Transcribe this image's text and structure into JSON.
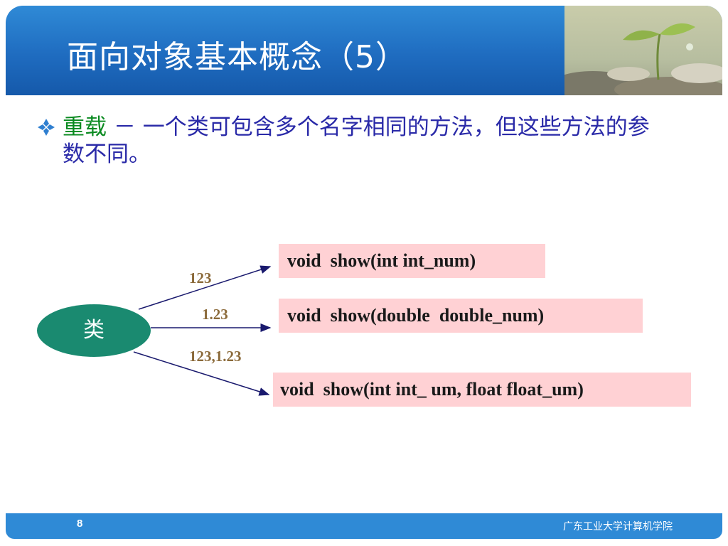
{
  "slide": {
    "title": "面向对象基本概念（5）",
    "bullet": {
      "term": "重载",
      "dash": " － ",
      "text": "一个类可包含多个名字相同的方法，但这些方法的参数不同。"
    },
    "page_number": "8",
    "school": "广东工业大学计算机学院"
  },
  "diagram": {
    "node_label": "类",
    "node_color": "#1a8a70",
    "arrow_color": "#1a1a6e",
    "arguments": [
      "123",
      "1.23",
      "123,1.23"
    ],
    "methods": [
      "void  show(int int_num)",
      "void  show(double  double_num)",
      "void  show(int int_ um, float float_um)"
    ]
  },
  "colors": {
    "header": "#1f6cc0",
    "bullet_text": "#2a2aa8",
    "term": "#0a8a20",
    "method_box": "#ffd1d4"
  }
}
